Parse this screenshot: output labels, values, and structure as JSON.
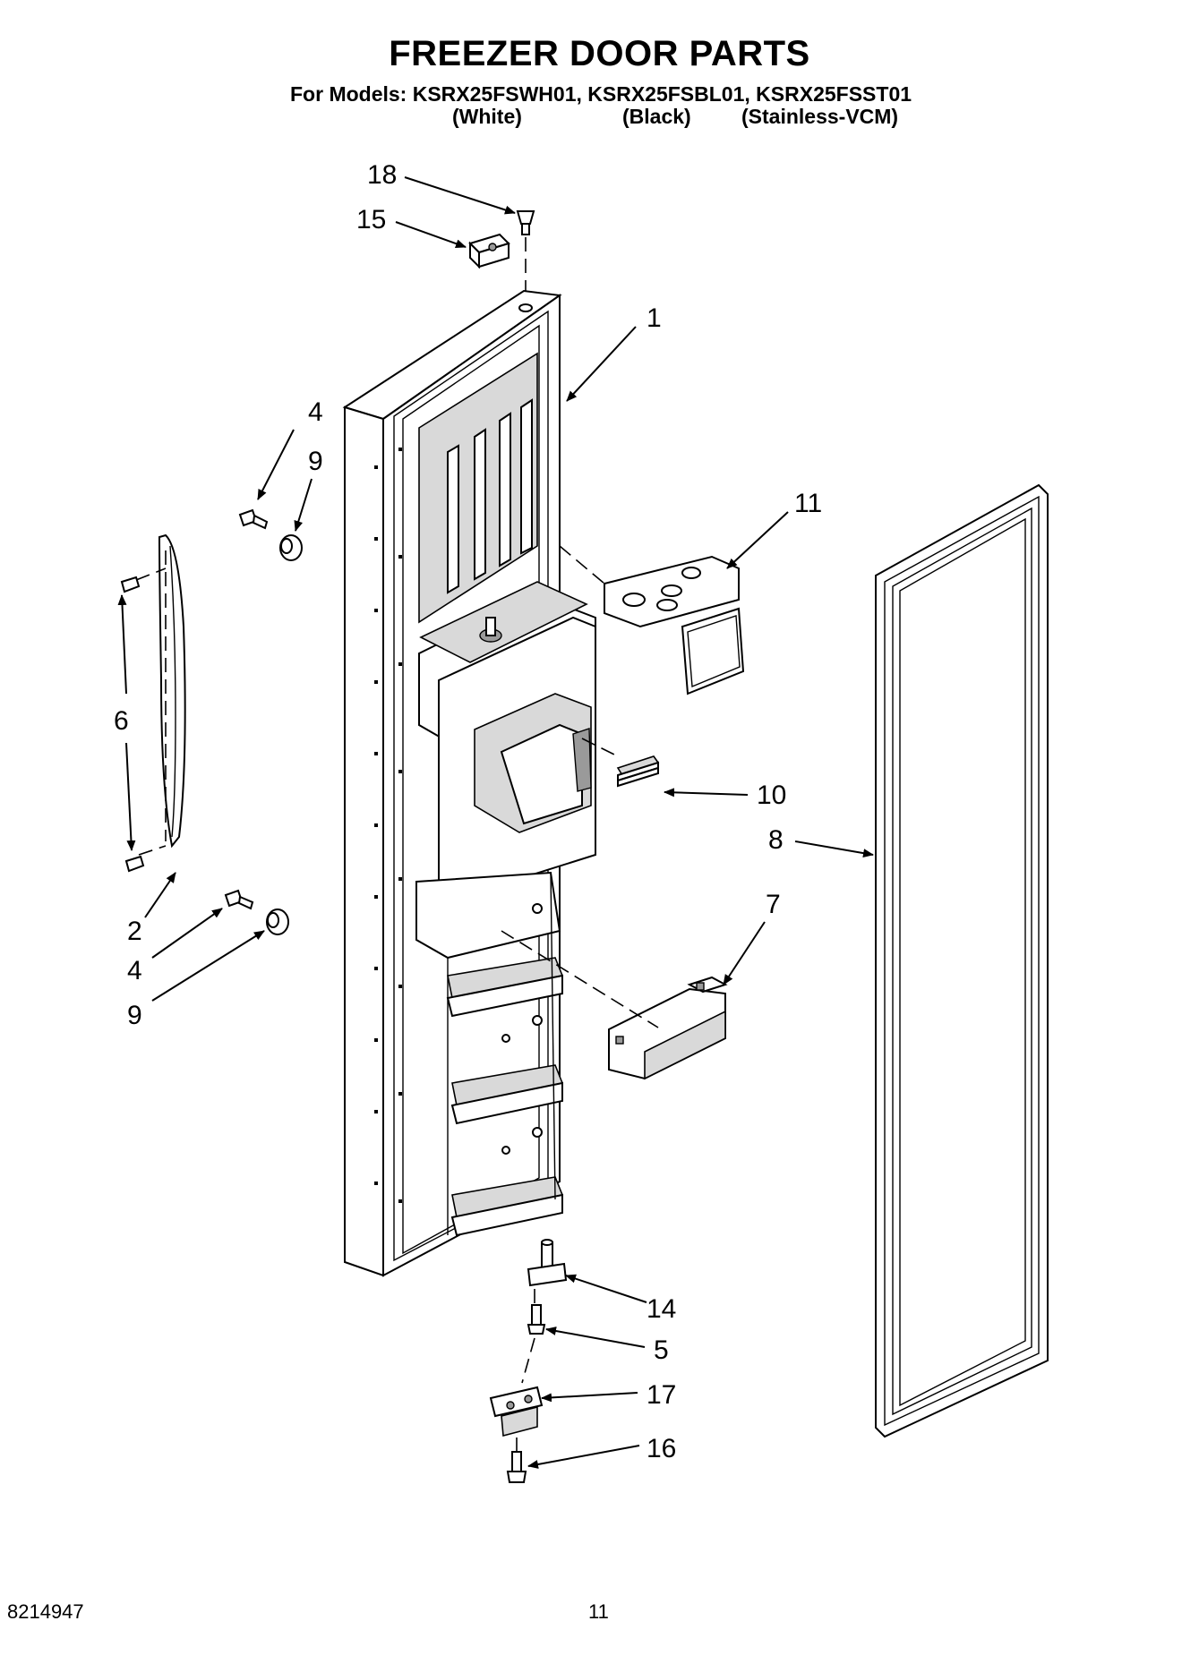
{
  "header": {
    "title": "FREEZER DOOR PARTS",
    "models_line": "For Models: KSRX25FSWH01, KSRX25FSBL01, KSRX25FSST01",
    "variants": [
      "(White)",
      "(Black)",
      "(Stainless-VCM)"
    ]
  },
  "callouts": {
    "c1": "1",
    "c2": "2",
    "c4a": "4",
    "c4b": "4",
    "c5": "5",
    "c6": "6",
    "c7": "7",
    "c8": "8",
    "c9a": "9",
    "c9b": "9",
    "c10": "10",
    "c11": "11",
    "c14": "14",
    "c15": "15",
    "c16": "16",
    "c17": "17",
    "c18": "18"
  },
  "footer": {
    "doc_number": "8214947",
    "page_number": "11"
  }
}
